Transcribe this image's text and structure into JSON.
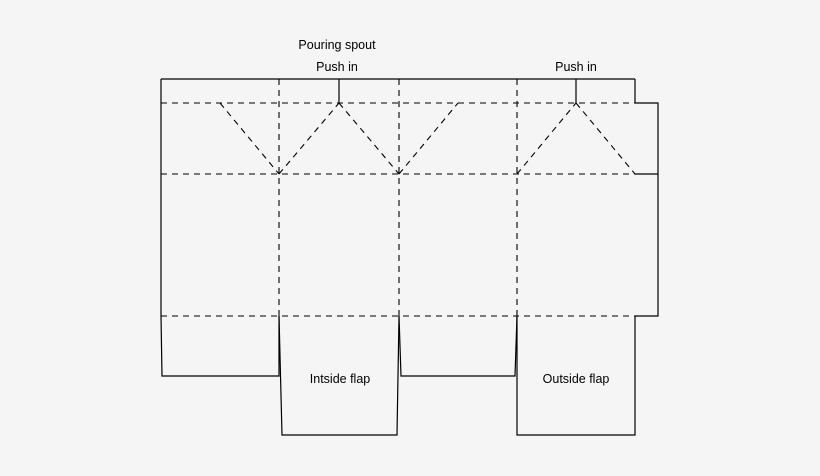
{
  "labels": {
    "pouring_spout": "Pouring spout",
    "push_in_left": "Push in",
    "push_in_right": "Push in",
    "inside_flap": "Intside flap",
    "outside_flap": "Outside flap"
  }
}
